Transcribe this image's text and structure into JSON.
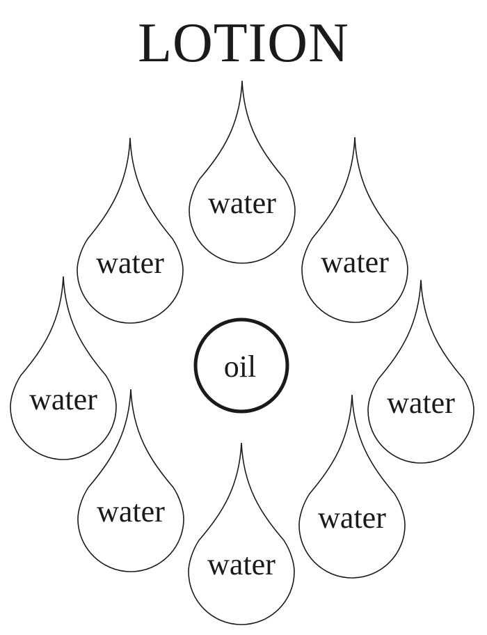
{
  "title": "LOTION",
  "center": {
    "label": "oil"
  },
  "drops": [
    {
      "label": "water"
    },
    {
      "label": "water"
    },
    {
      "label": "water"
    },
    {
      "label": "water"
    },
    {
      "label": "water"
    },
    {
      "label": "water"
    },
    {
      "label": "water"
    },
    {
      "label": "water"
    }
  ]
}
